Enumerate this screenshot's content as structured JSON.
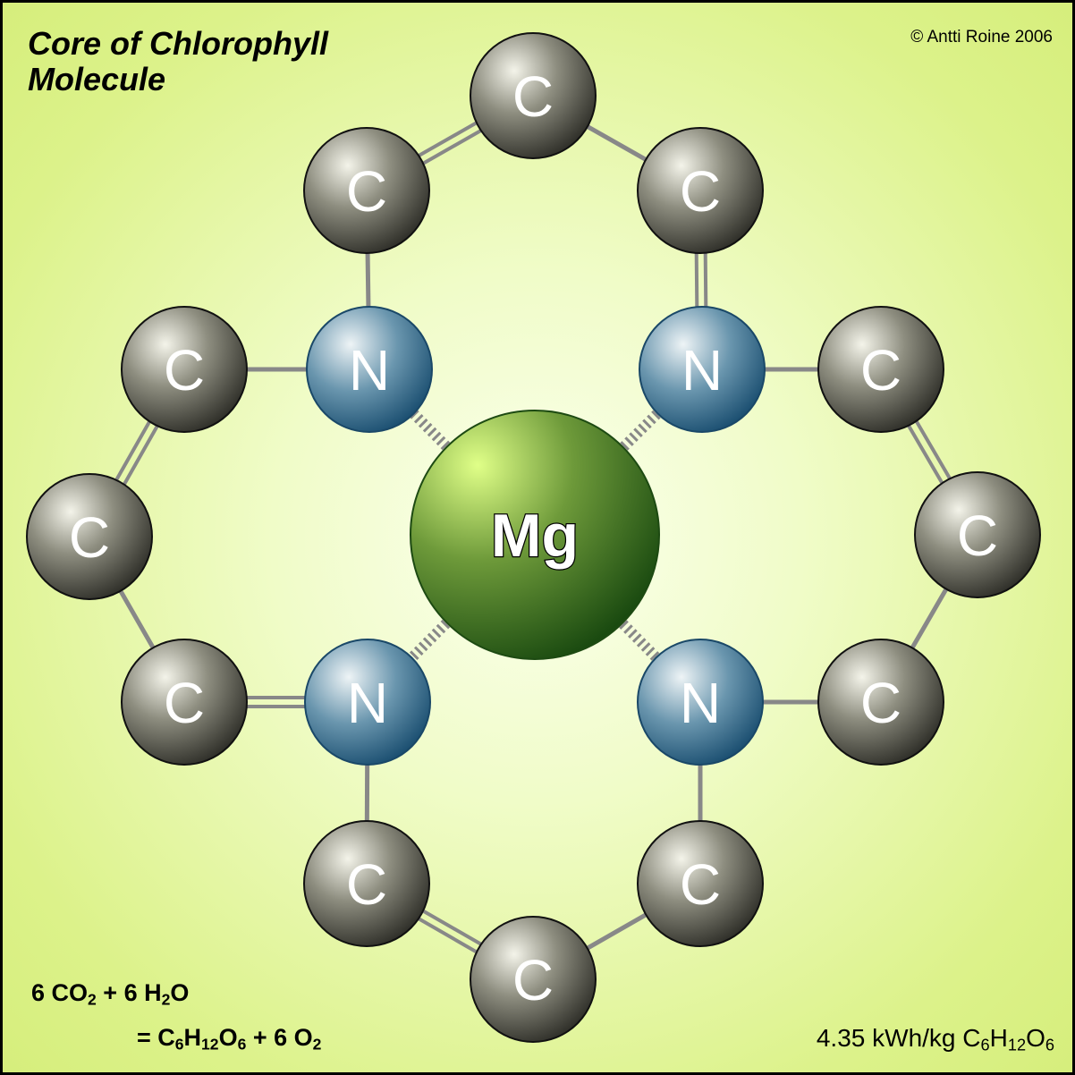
{
  "title_line1": "Core of Chlorophyll",
  "title_line2": "Molecule",
  "copyright": "© Antti Roine 2006",
  "equation": {
    "lhs": [
      "6 CO",
      "2",
      " + 6 H",
      "2",
      "O"
    ],
    "rhs": [
      "= C",
      "6",
      "H",
      "12",
      "O",
      "6",
      " + 6 O",
      "2"
    ]
  },
  "energy": [
    "4.35 kWh/kg C",
    "6",
    "H",
    "12",
    "O",
    "6"
  ],
  "atoms": {
    "center": "Mg",
    "nitrogen": "N",
    "carbon": "C"
  },
  "colors": {
    "carbon": "#5a5a50",
    "nitrogen": "#2d6688",
    "magnesium": "#4e8a24",
    "bond": "#888888"
  }
}
